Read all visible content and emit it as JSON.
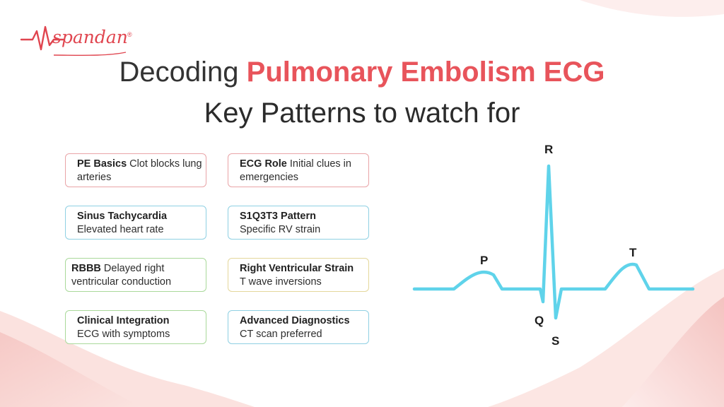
{
  "brand": {
    "name": "spandan",
    "registered": "®",
    "accent_color": "#e8545b"
  },
  "title": {
    "line1_prefix": "Decoding ",
    "line1_highlight": "Pulmonary Embolism ECG",
    "line2": "Key Patterns to watch for"
  },
  "cards": [
    {
      "bold": "PE Basics",
      "rest": " Clot blocks lung arteries",
      "line2": "",
      "color": "red"
    },
    {
      "bold": "ECG Role",
      "rest": " Initial clues in emergencies",
      "line2": "",
      "color": "red"
    },
    {
      "bold": "Sinus Tachycardia",
      "rest": "",
      "line2": "Elevated heart rate",
      "color": "blue"
    },
    {
      "bold": "S1Q3T3 Pattern",
      "rest": "",
      "line2": "Specific RV strain",
      "color": "blue"
    },
    {
      "bold": "RBBB",
      "rest": " Delayed right ventricular conduction",
      "line2": "",
      "color": "green"
    },
    {
      "bold": "Right Ventricular Strain",
      "rest": "",
      "line2": "T wave inversions",
      "color": "yellow"
    },
    {
      "bold": "Clinical Integration",
      "rest": "",
      "line2": "ECG with symptoms",
      "color": "green"
    },
    {
      "bold": "Advanced Diagnostics",
      "rest": "",
      "line2": "CT scan preferred",
      "color": "blue"
    }
  ],
  "ecg": {
    "labels": {
      "p": "P",
      "q": "Q",
      "r": "R",
      "s": "S",
      "t": "T"
    },
    "line_color": "#5fd3ea"
  }
}
